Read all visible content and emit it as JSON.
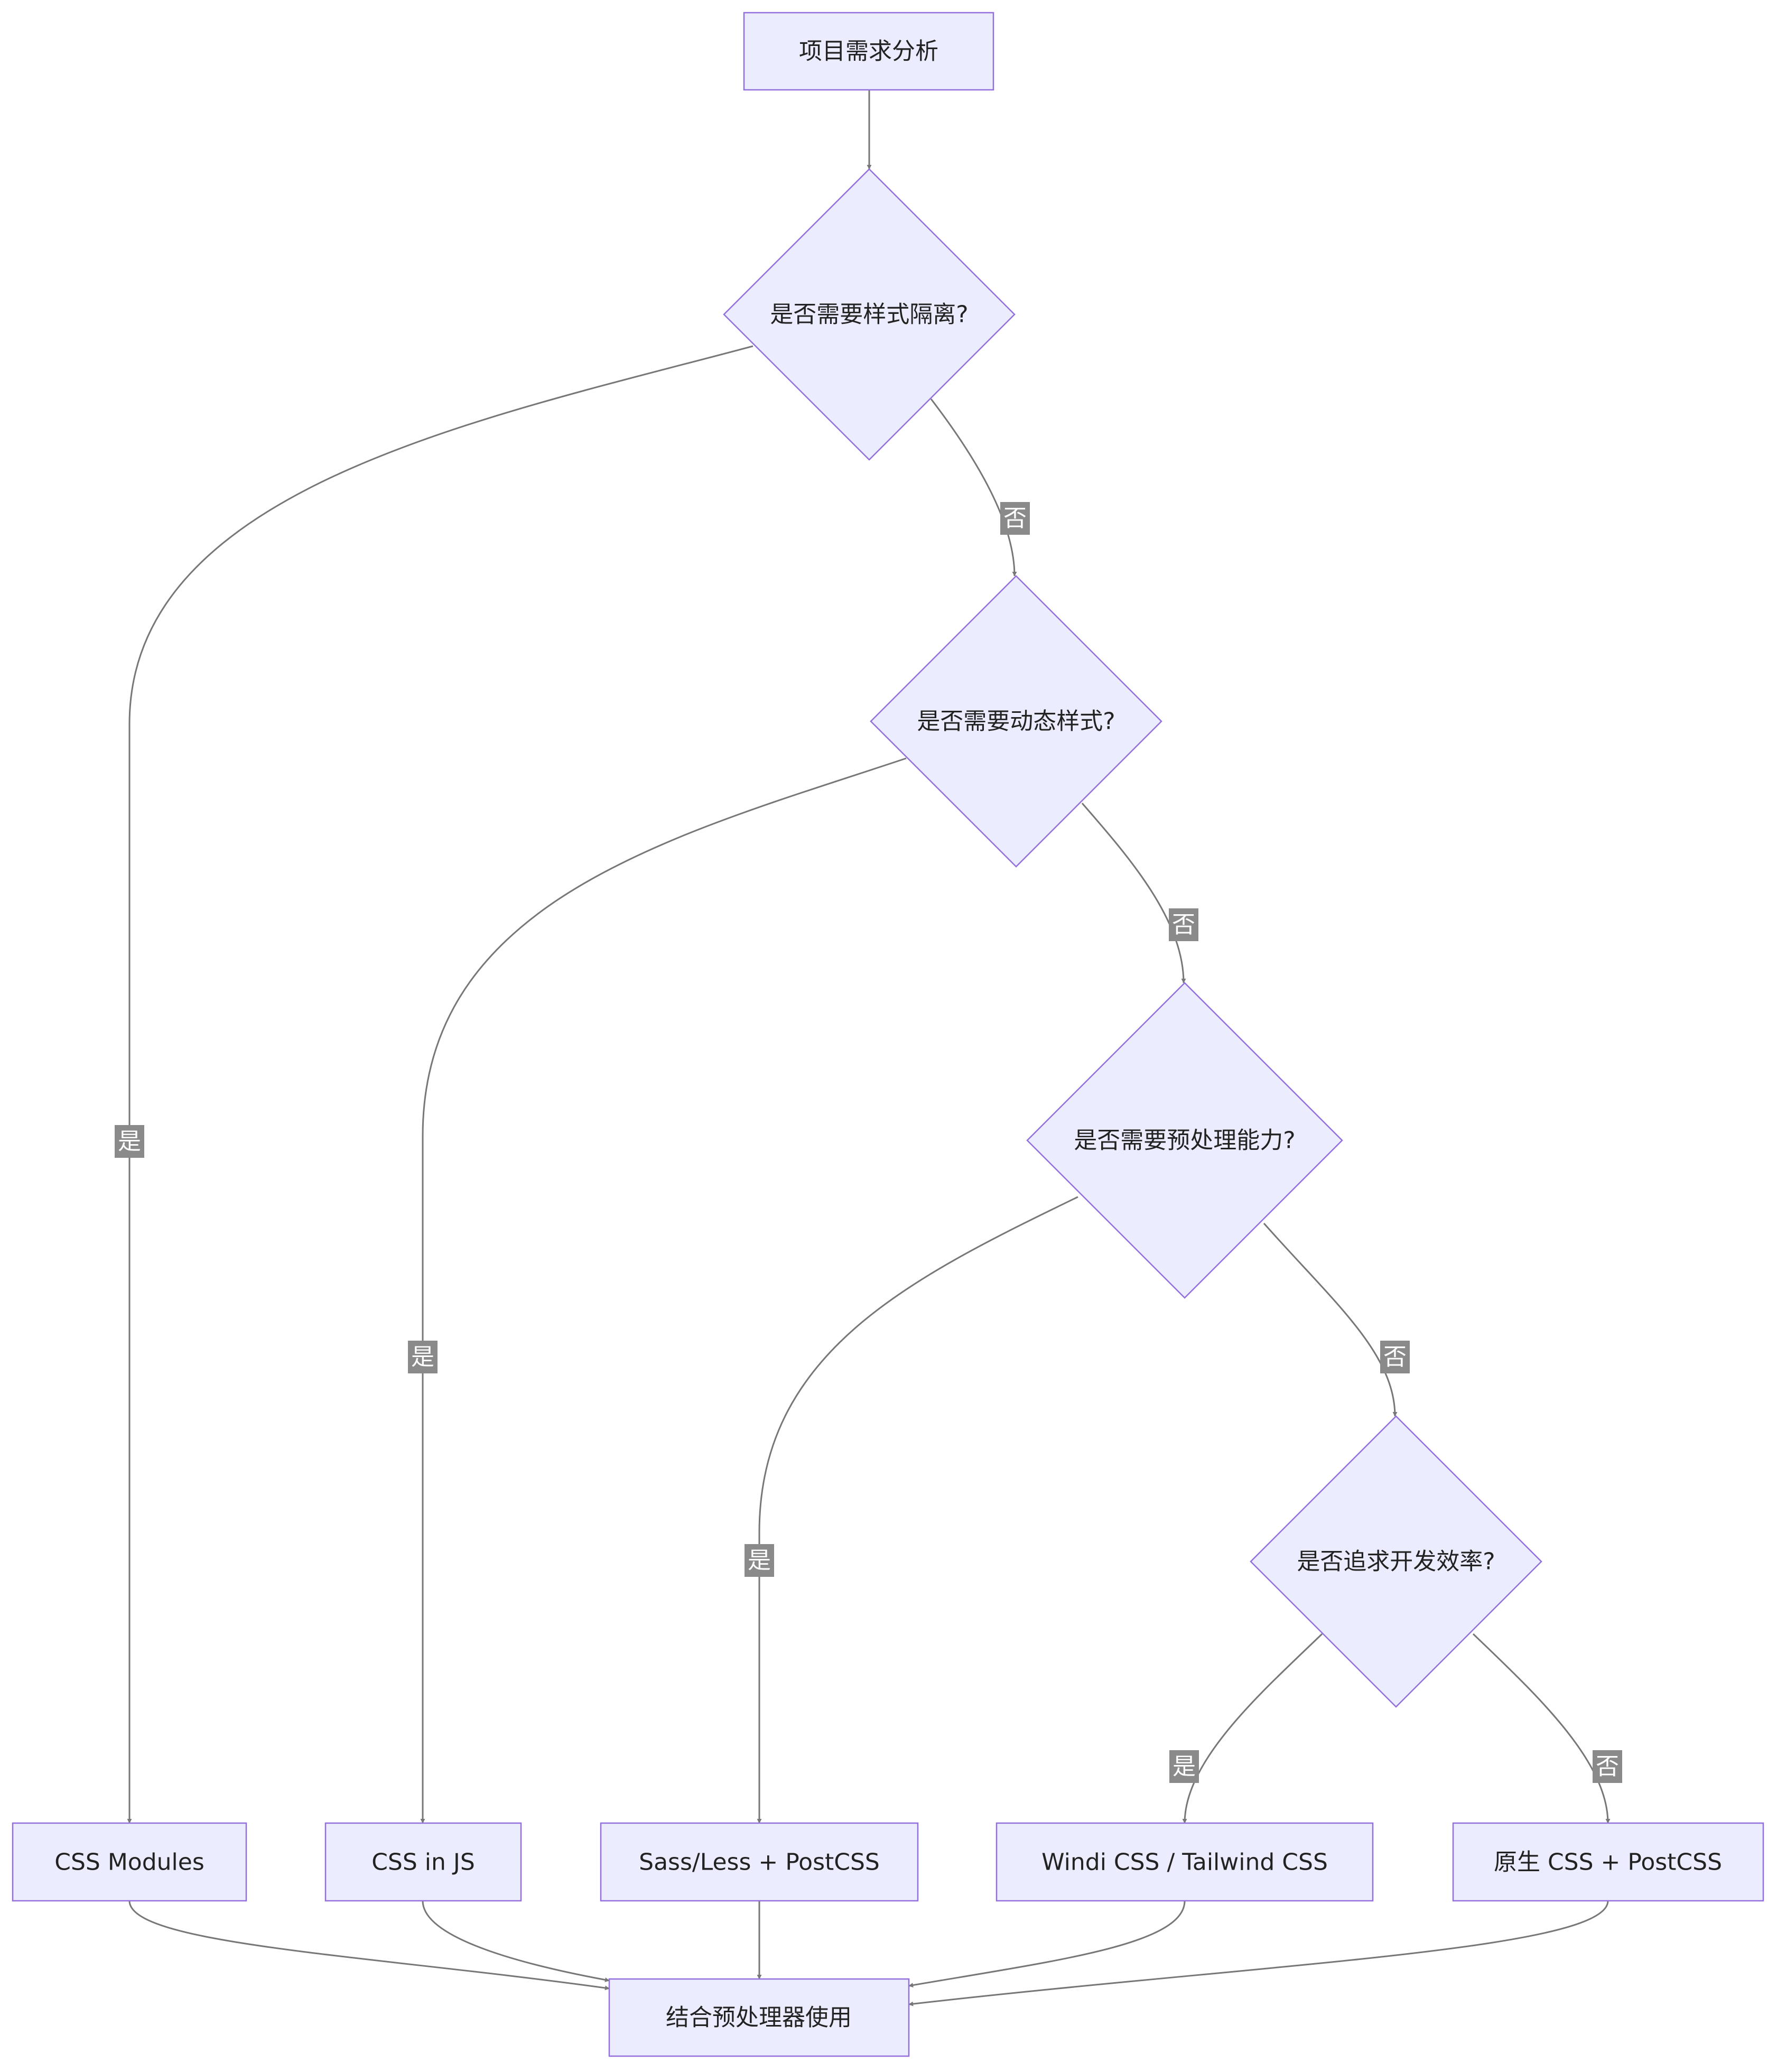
{
  "colors": {
    "node_fill": "#ECECFF",
    "node_stroke": "#9370DB",
    "edge": "#777777",
    "edge_label_bg": "#8a8a8a",
    "edge_label_text": "#ffffff"
  },
  "nodes": {
    "start": "项目需求分析",
    "q_isolation": "是否需要样式隔离?",
    "q_dynamic": "是否需要动态样式?",
    "q_preprocess": "是否需要预处理能力?",
    "q_efficiency": "是否追求开发效率?",
    "css_modules": "CSS Modules",
    "css_in_js": "CSS in JS",
    "sass_less": "Sass/Less + PostCSS",
    "windi_tailwind": "Windi CSS / Tailwind CSS",
    "native_css": "原生 CSS + PostCSS",
    "end": "结合预处理器使用"
  },
  "edge_labels": {
    "isolation_no": "否",
    "isolation_yes": "是",
    "dynamic_no": "否",
    "dynamic_yes": "是",
    "preprocess_no": "否",
    "preprocess_yes": "是",
    "efficiency_yes": "是",
    "efficiency_no": "否"
  }
}
